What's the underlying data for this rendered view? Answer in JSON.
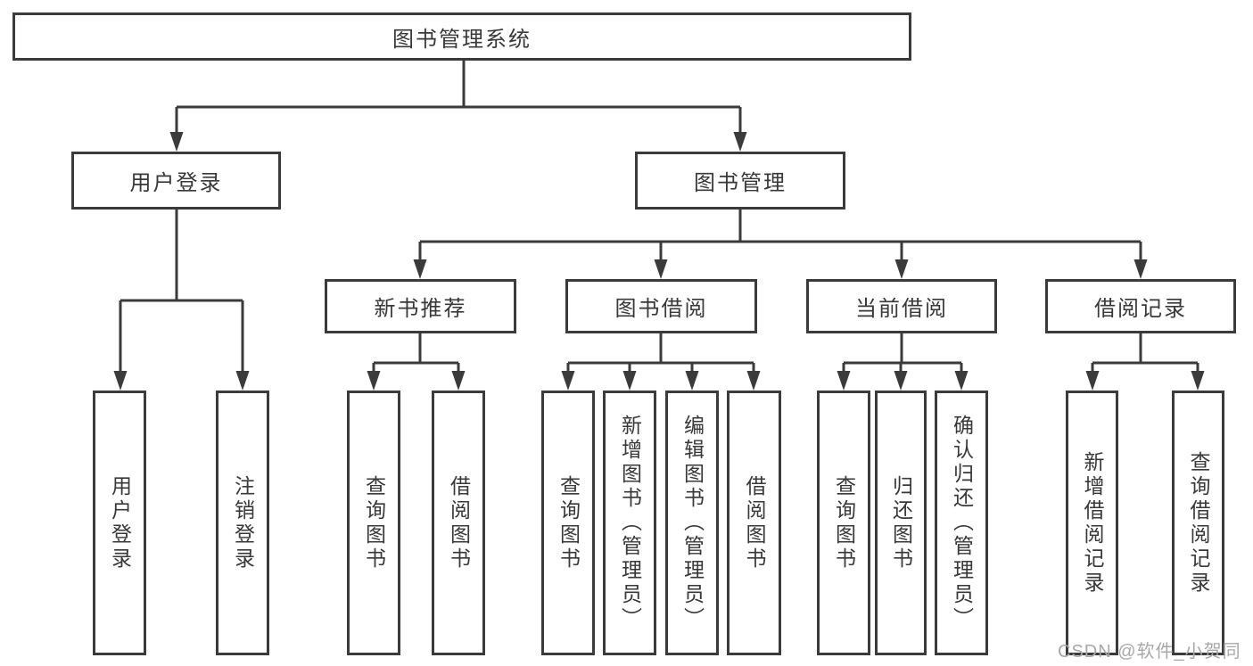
{
  "diagram": {
    "root": {
      "label": "图书管理系统"
    },
    "level2": [
      {
        "label": "用户登录"
      },
      {
        "label": "图书管理"
      }
    ],
    "level3": [
      {
        "label": "新书推荐"
      },
      {
        "label": "图书借阅"
      },
      {
        "label": "当前借阅"
      },
      {
        "label": "借阅记录"
      }
    ],
    "leaves": {
      "user_login": [
        {
          "label": "用户登录"
        },
        {
          "label": "注销登录"
        }
      ],
      "new_books": [
        {
          "label": "查询图书"
        },
        {
          "label": "借阅图书"
        }
      ],
      "book_borrow": [
        {
          "label": "查询图书"
        },
        {
          "label": "新增图书（管理员）"
        },
        {
          "label": "编辑图书（管理员）"
        },
        {
          "label": "借阅图书"
        }
      ],
      "current_borrow": [
        {
          "label": "查询图书"
        },
        {
          "label": "归还图书"
        },
        {
          "label": "确认归还（管理员）"
        }
      ],
      "borrow_records": [
        {
          "label": "新增借阅记录"
        },
        {
          "label": "查询借阅记录"
        }
      ]
    },
    "watermark": "CSDN @软件_小贺同学",
    "colors": {
      "line": "#3b3b3b",
      "text": "#383838",
      "watermark": "#a8a8a8",
      "background": "#ffffff"
    }
  }
}
